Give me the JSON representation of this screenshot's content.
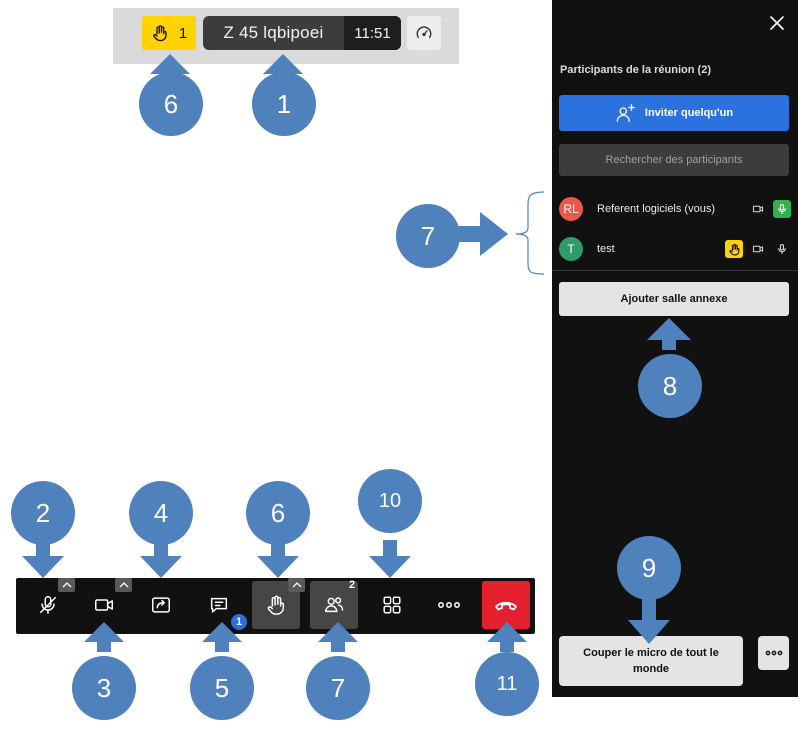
{
  "topbar": {
    "raised_hands": "1",
    "meeting_name": "Z 45 lqbipoei",
    "timer": "11:51"
  },
  "toolbar": {
    "participants_count": "2",
    "chat_unread": "1"
  },
  "panel": {
    "title": "Participants de la réunion (2)",
    "invite_label": "Inviter quelqu'un",
    "search_placeholder": "Rechercher des participants",
    "participants": [
      {
        "initials": "RL",
        "name": "Referent logiciels (vous)",
        "avatar_color": "#e8594a",
        "mic_active": true,
        "hand_raised": false
      },
      {
        "initials": "T",
        "name": "test",
        "avatar_color": "#2e9b6a",
        "mic_active": false,
        "hand_raised": true
      }
    ],
    "annex_label": "Ajouter salle annexe",
    "mute_all_label": "Couper le micro de tout le monde"
  },
  "callouts": {
    "c1": "1",
    "c2": "2",
    "c3": "3",
    "c4": "4",
    "c5": "5",
    "c6a": "6",
    "c6b": "6",
    "c7a": "7",
    "c7b": "7",
    "c8": "8",
    "c9": "9",
    "c10": "10",
    "c11": "11"
  },
  "colors": {
    "callout": "#4f81bd",
    "hand_yellow": "#ffd300",
    "invite_blue": "#2b72df",
    "hangup_red": "#e5202e",
    "mic_green": "#2fb24b"
  },
  "icons": [
    "hand-icon",
    "speed-gauge-icon",
    "mic-off-icon",
    "camera-icon",
    "share-screen-icon",
    "chat-icon",
    "participants-icon",
    "grid-view-icon",
    "more-icon",
    "hangup-icon",
    "close-icon",
    "add-person-icon",
    "mic-icon"
  ]
}
